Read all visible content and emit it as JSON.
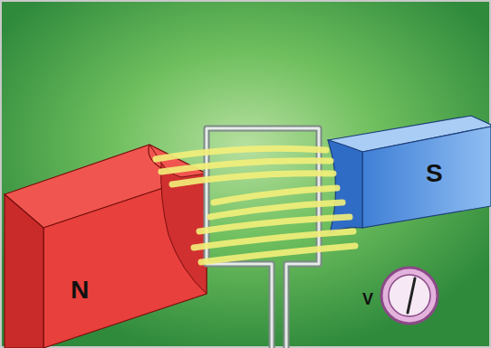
{
  "diagram": {
    "labels": [
      "N",
      "S",
      "V"
    ]
  }
}
